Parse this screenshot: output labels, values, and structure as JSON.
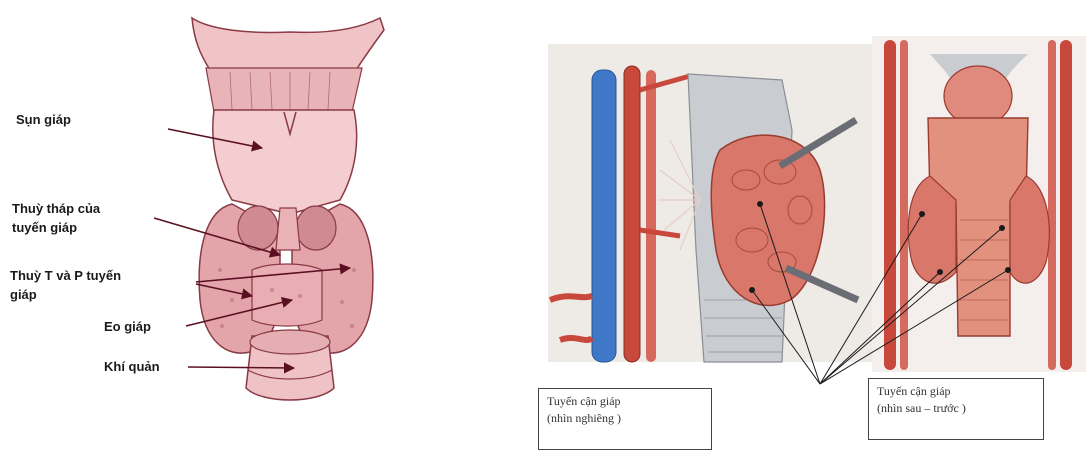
{
  "left_diagram": {
    "labels": {
      "thyroid_cartilage": "Sụn giáp",
      "pyramidal_lobe_line1": "Thuỳ tháp của",
      "pyramidal_lobe_line2": "tuyến giáp",
      "lobes_line1": "Thuỳ T và P tuyến",
      "lobes_line2": "giáp",
      "isthmus": "Eo giáp",
      "trachea": "Khí quản"
    },
    "colors": {
      "tissue": "#f2c6c8",
      "outline": "#8a3a44",
      "arrow": "#5a1020"
    }
  },
  "right_diagram": {
    "captions": {
      "lateral_line1": "Tuyến cận giáp",
      "lateral_line2": "(nhìn nghiêng )",
      "posterior_line1": "Tuyến cận giáp",
      "posterior_line2": "(nhìn sau – trước )"
    },
    "colors": {
      "vein": "#3f78c8",
      "artery": "#c8483c",
      "gland": "#d9776a",
      "trachea": "#c9cdd2"
    }
  }
}
